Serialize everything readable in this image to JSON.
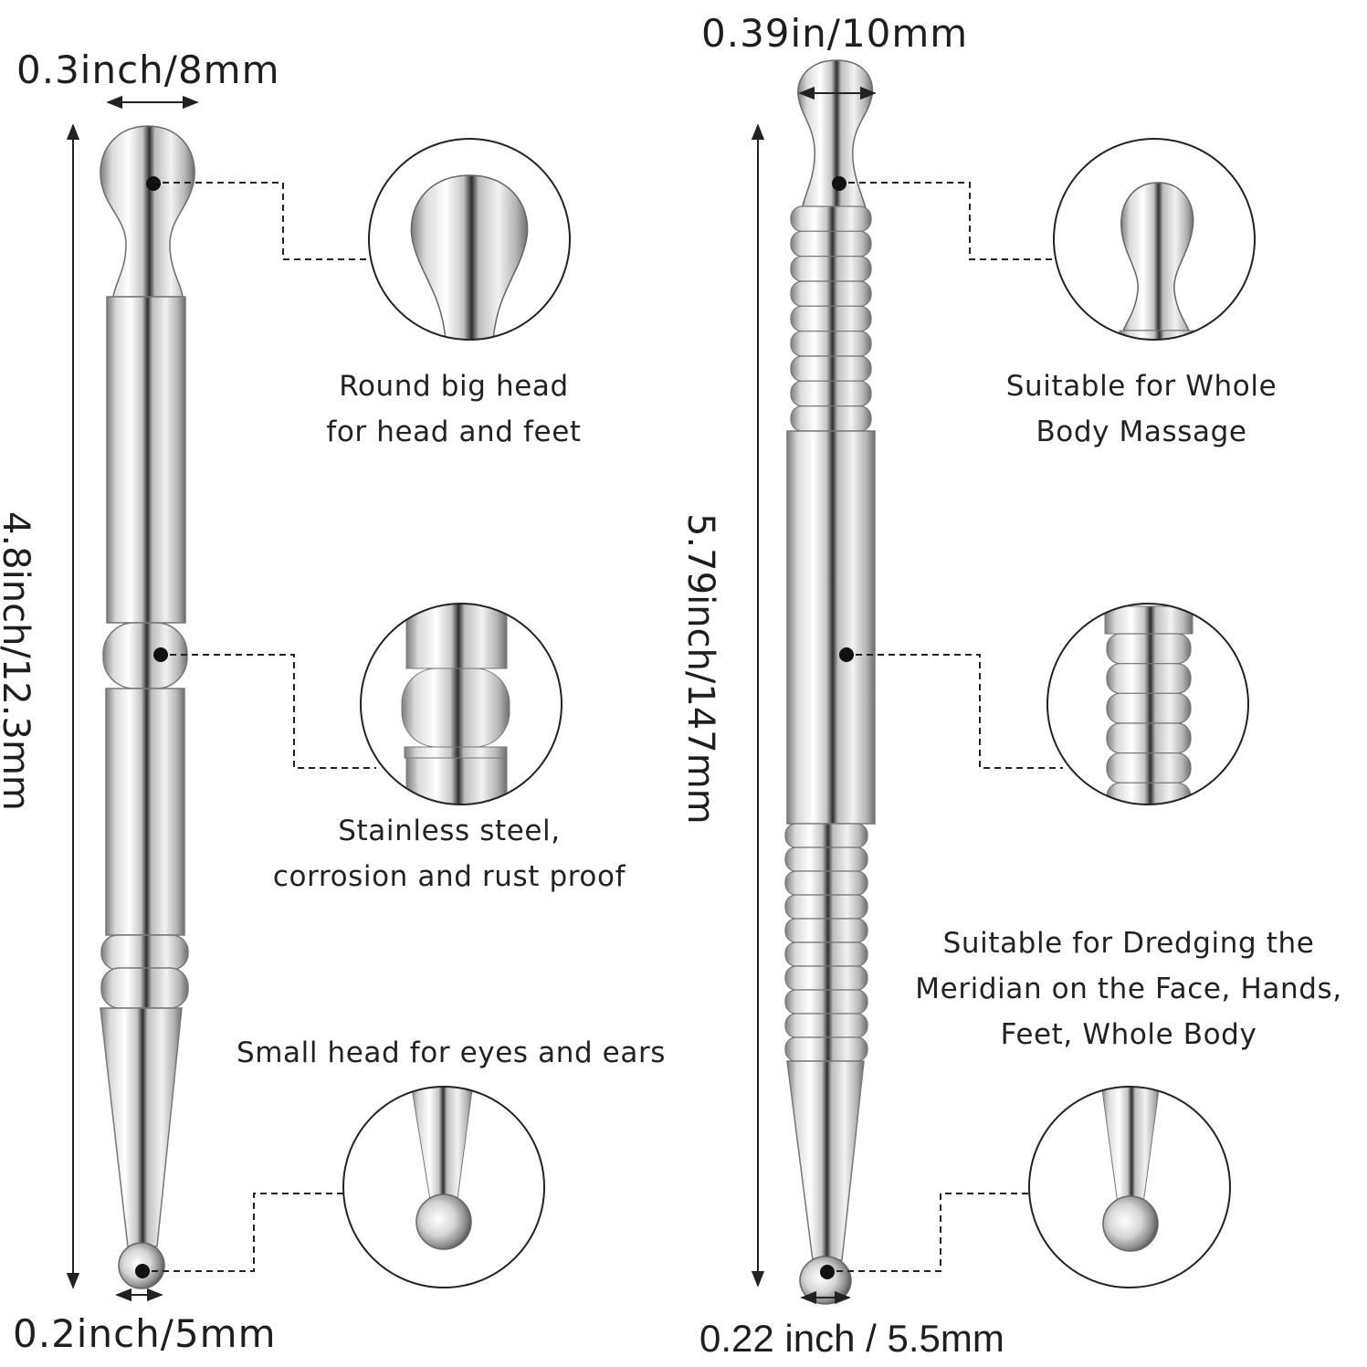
{
  "left_tool": {
    "head_width": "0.3inch/8mm",
    "length": "4.8inch/12.3mm",
    "tip_width": "0.2inch/5mm",
    "captions": {
      "big_head": [
        "Round big head",
        "for head and feet"
      ],
      "material": [
        "Stainless steel,",
        "corrosion and rust proof"
      ],
      "small_head": [
        "Small head for eyes and ears"
      ]
    }
  },
  "right_tool": {
    "head_width": "0.39in/10mm",
    "length": "5.79inch/147mm",
    "tip_width": "0.22 inch / 5.5mm",
    "captions": {
      "head": [
        "Suitable for Whole",
        "Body Massage"
      ],
      "meridian": [
        "Suitable for Dredging the",
        "Meridian on the Face, Hands,",
        "Feet,  Whole Body"
      ]
    }
  },
  "colors": {
    "steel_light": "#f4f4f4",
    "steel_mid": "#b8b8b8",
    "steel_dark": "#3a3a3a",
    "line": "#222222"
  }
}
